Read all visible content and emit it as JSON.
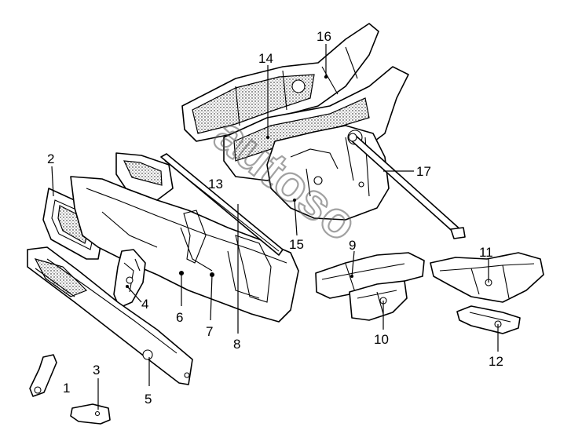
{
  "callouts": {
    "c1": "1",
    "c2": "2",
    "c3": "3",
    "c4": "4",
    "c5": "5",
    "c6": "6",
    "c7": "7",
    "c8": "8",
    "c9": "9",
    "c10": "10",
    "c11": "11",
    "c12": "12",
    "c13": "13",
    "c14": "14",
    "c15": "15",
    "c16": "16",
    "c17": "17"
  },
  "watermark": "autoso",
  "colors": {
    "line": "#000000",
    "background": "#ffffff",
    "watermark": "#555555"
  }
}
